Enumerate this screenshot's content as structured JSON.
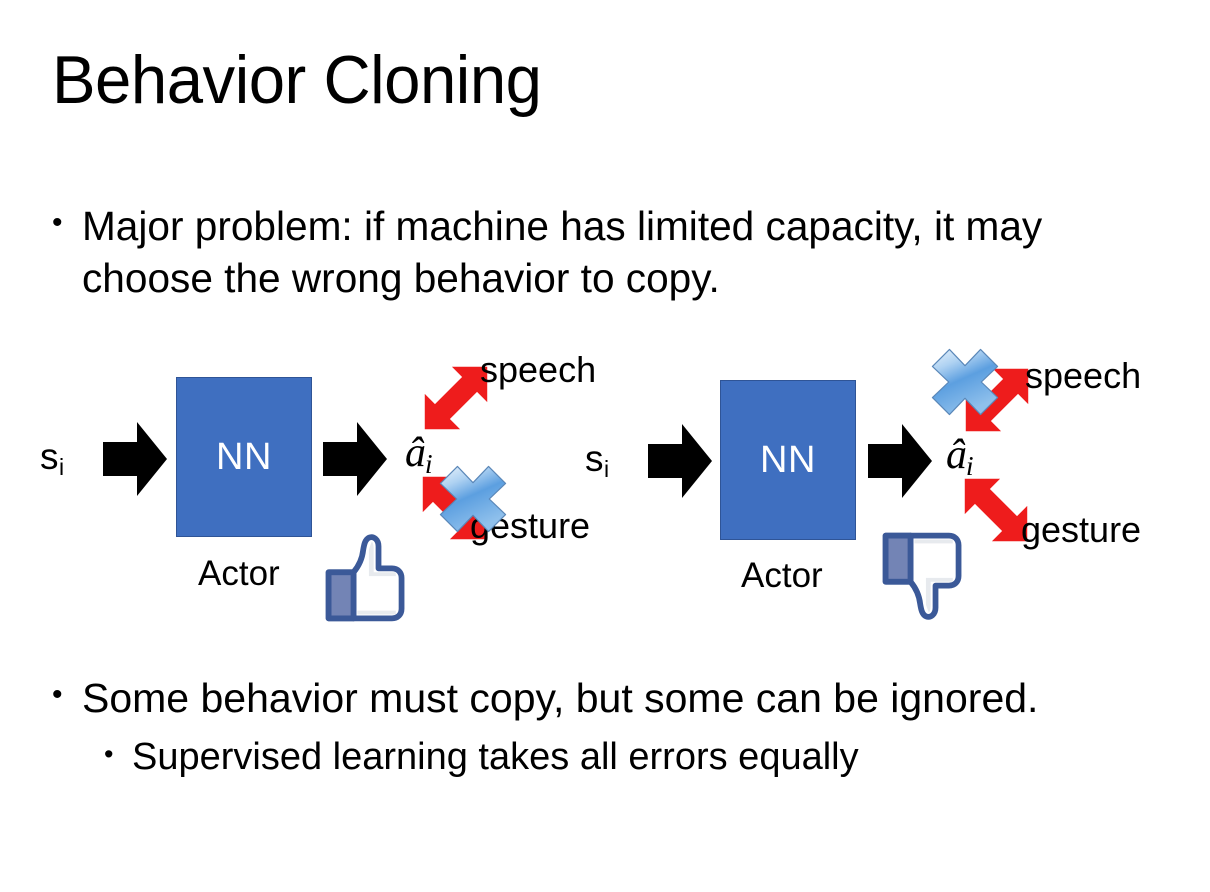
{
  "slide": {
    "title": "Behavior Cloning",
    "background_color": "#FFFFFF",
    "text_color": "#000000"
  },
  "bullets": {
    "bullet_char": "•",
    "major": {
      "text": "Major problem: if machine has limited capacity, it may choose the wrong behavior to copy.",
      "level": 1
    },
    "some": {
      "text": "Some behavior must copy, but some can be ignored.",
      "level": 1
    },
    "supervised": {
      "text": "Supervised learning takes all errors equally",
      "level": 2
    }
  },
  "diagrams": [
    {
      "id": "left",
      "state_label": "s",
      "state_subscript": "i",
      "nn_label": "NN",
      "nn_color": "#3F6FC0",
      "nn_border_color": "#2F5496",
      "actor_label": "Actor",
      "action_label": "â",
      "action_subscript": "i",
      "outputs": [
        {
          "label": "speech",
          "arrow_color": "#EE1C1C",
          "crossed_out": false
        },
        {
          "label": "gesture",
          "arrow_color": "#EE1C1C",
          "crossed_out": true
        }
      ],
      "feedback_icon": "thumbs-up-icon",
      "feedback_color": "#3B5998"
    },
    {
      "id": "right",
      "state_label": "s",
      "state_subscript": "i",
      "nn_label": "NN",
      "nn_color": "#3F6FC0",
      "nn_border_color": "#2F5496",
      "actor_label": "Actor",
      "action_label": "â",
      "action_subscript": "i",
      "outputs": [
        {
          "label": "speech",
          "arrow_color": "#EE1C1C",
          "crossed_out": true
        },
        {
          "label": "gesture",
          "arrow_color": "#EE1C1C",
          "crossed_out": false
        }
      ],
      "feedback_icon": "thumbs-down-icon",
      "feedback_color": "#3B5998"
    }
  ],
  "icons": {
    "cross_out": "blue-x-icon",
    "flow_arrow": "black-block-arrow-icon",
    "double_arrow": "red-double-arrow-icon"
  }
}
